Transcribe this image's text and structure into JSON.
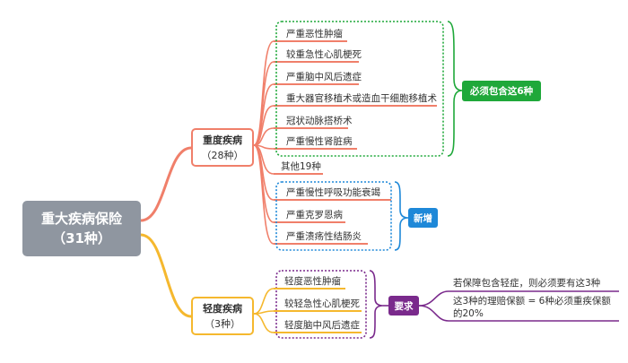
{
  "root": {
    "line1": "重大疾病保险",
    "line2": "（31种）"
  },
  "major": {
    "title": "重度疾病",
    "count": "（28种）",
    "must_items": [
      "严重恶性肿瘤",
      "较重急性心肌梗死",
      "严重脑中风后遗症",
      "重大器官移植术或造血干细胞移植术",
      "冠状动脉搭桥术",
      "严重慢性肾脏病"
    ],
    "must_tag": "必须包含这6种",
    "other": "其他19种",
    "new_items": [
      "严重慢性呼吸功能衰竭",
      "严重克罗恩病",
      "严重溃疡性结肠炎"
    ],
    "new_tag": "新增"
  },
  "minor": {
    "title": "轻度疾病",
    "count": "（3种）",
    "items": [
      "轻度恶性肿瘤",
      "较轻急性心肌梗死",
      "轻度脑中风后遗症"
    ],
    "req_tag": "要求",
    "notes": [
      "若保障包含轻症，则必须要有这3种",
      "这3种的理赔保额 = 6种必须重疾保额的20%"
    ]
  },
  "colors": {
    "root": "#8f96a0",
    "major": "#f07f6a",
    "minor": "#f5b82e",
    "must": "#1fa83a",
    "new": "#1e88d8",
    "req": "#7a2a8c"
  }
}
